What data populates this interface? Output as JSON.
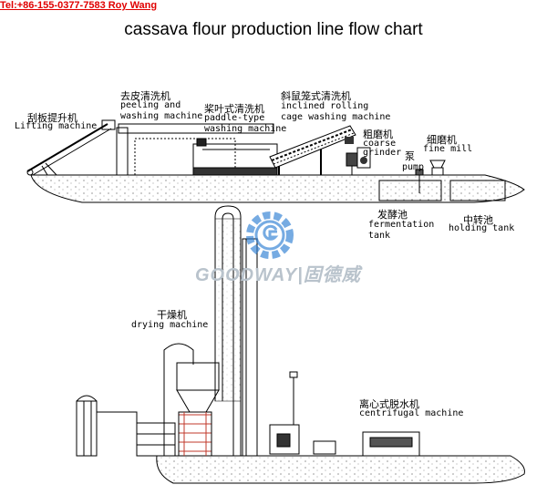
{
  "header": {
    "contact": "Tel:+86-155-0377-7583 Roy Wang",
    "title": "cassava flour production line flow chart"
  },
  "watermark": {
    "brand": "GOODWAY|固德威",
    "icon": "gear-g-logo-icon"
  },
  "labels": {
    "lifting_cn": "刮板提升机",
    "lifting_en": "Lifting machine",
    "peeling_cn": "去皮清洗机",
    "peeling_en1": "peeling and",
    "peeling_en2": "washing machine",
    "paddle_cn": "桨叶式清洗机",
    "paddle_en1": "paddle-type",
    "paddle_en2": "washing machine",
    "inclined_cn": "斜鼠笼式清洗机",
    "inclined_en1": "inclined rolling",
    "inclined_en2": "cage washing machine",
    "coarse_cn": "粗磨机",
    "coarse_en1": "coarse",
    "coarse_en2": "grinder",
    "pump_cn": "泵",
    "pump_en": "pump",
    "fine_cn": "细磨机",
    "fine_en": "fine mill",
    "ferment_cn": "发酵池",
    "ferment_en1": "fermentation",
    "ferment_en2": "tank",
    "holding_cn": "中转池",
    "holding_en": "holding tank",
    "drying_cn": "干燥机",
    "drying_en": "drying  machine",
    "centri_cn": "离心式脱水机",
    "centri_en": "centrifugal machine"
  }
}
